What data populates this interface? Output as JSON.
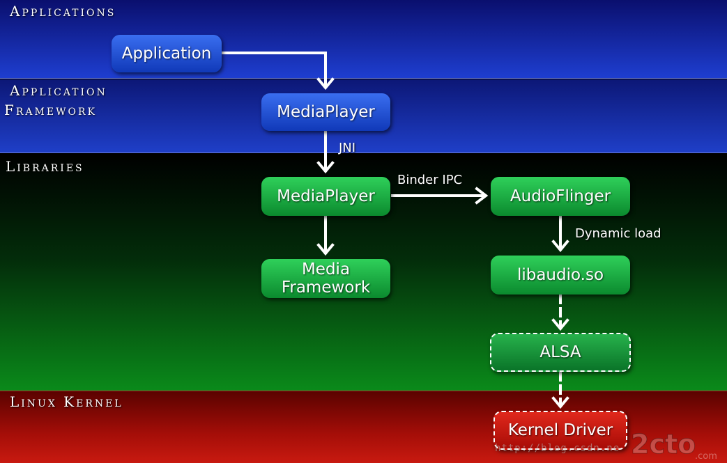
{
  "layers": {
    "applications": "Applications",
    "framework_line1": "Application",
    "framework_line2": "Framework",
    "libraries": "Libraries",
    "kernel": "Linux Kernel"
  },
  "nodes": {
    "application": "Application",
    "mediaplayer_java": "MediaPlayer",
    "mediaplayer_native": "MediaPlayer",
    "audioflinger": "AudioFlinger",
    "media_framework_line1": "Media",
    "media_framework_line2": "Framework",
    "libaudio": "libaudio.so",
    "alsa": "ALSA",
    "kernel_driver": "Kernel Driver"
  },
  "edges": {
    "jni": "JNI",
    "binder": "Binder IPC",
    "dynamic_load": "Dynamic load"
  },
  "watermark": {
    "url": "http://blog.csdn.ne",
    "logo": "2cto",
    "logo_suffix": ".com"
  }
}
